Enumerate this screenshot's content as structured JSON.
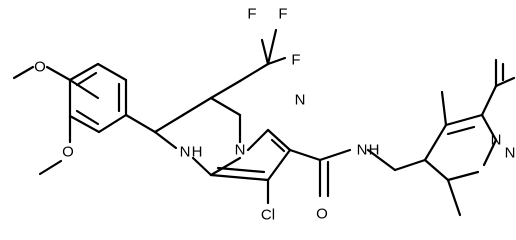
{
  "molecule": {
    "atom_labels": {
      "F1": "F",
      "F2": "F",
      "F3": "F",
      "O_methoxy_top": "O",
      "O_methoxy_bottom": "O",
      "NH_ring": "N",
      "H_ring": "H",
      "N_bridge": "N",
      "N_pyrazole": "N",
      "Cl": "Cl",
      "O_amide": "O",
      "NH_amide": "N",
      "H_amide": "H",
      "N_methylpyrazole_1": "N",
      "N_methylpyrazole_2": "N"
    }
  }
}
